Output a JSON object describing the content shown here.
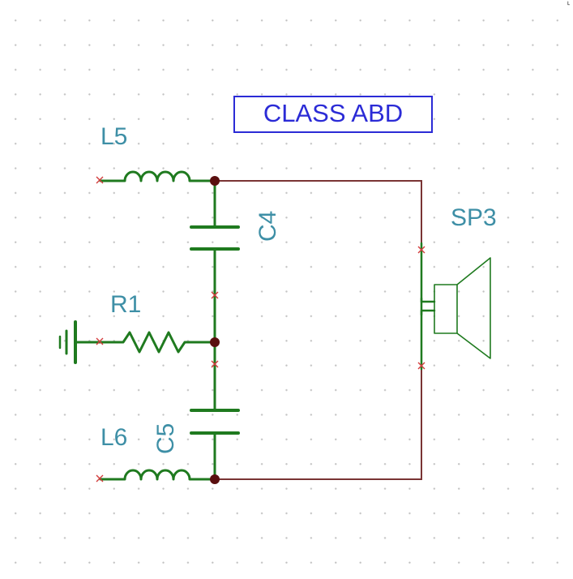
{
  "title_box": {
    "text": "CLASS ABD"
  },
  "components": {
    "l5": {
      "ref": "L5"
    },
    "l6": {
      "ref": "L6"
    },
    "r1": {
      "ref": "R1"
    },
    "c4": {
      "ref": "C4"
    },
    "c5": {
      "ref": "C5"
    },
    "sp3": {
      "ref": "SP3"
    }
  },
  "colors": {
    "component": "#1f7a1f",
    "label": "#3e8fa6",
    "title": "#2b2bd6",
    "wire": "#7a3434",
    "junction": "#5a0f0f",
    "pin_marker": "#d23c3c",
    "grid_dot": "#c4c4c4"
  }
}
